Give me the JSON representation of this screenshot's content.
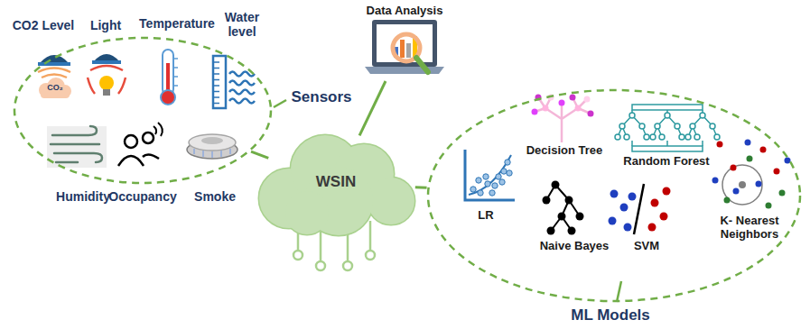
{
  "diagram": {
    "nodes": [
      {
        "text": [
          "Sensors"
        ]
      },
      {
        "text": [
          "CO2 Level"
        ],
        "in": 0
      },
      {
        "text": [
          "Light"
        ],
        "in": 0
      },
      {
        "text": [
          "Temperature"
        ],
        "in": 0
      },
      {
        "text": [
          "Water level"
        ],
        "in": 0
      },
      {
        "text": [
          "Humidity"
        ],
        "in": 0
      },
      {
        "text": [
          "Occupancy"
        ],
        "in": 0
      },
      {
        "text": [
          "Smoke"
        ],
        "in": 0
      },
      {
        "text": [
          "WSIN"
        ]
      },
      {
        "text": [
          "Data Analysis"
        ]
      },
      {
        "text": [
          "ML Models"
        ]
      },
      {
        "text": [
          "LR"
        ],
        "in": 10
      },
      {
        "text": [
          "Decision Tree"
        ],
        "in": 10
      },
      {
        "text": [
          "Random Forest"
        ],
        "in": 10
      },
      {
        "text": [
          "Naive Bayes"
        ],
        "in": 10
      },
      {
        "text": [
          "SVM"
        ],
        "in": 10
      },
      {
        "text": [
          "K- Nearest Neighbors"
        ],
        "in": 10
      }
    ],
    "edges": [
      {
        "from": 0,
        "to": 8,
        "arrow": "none"
      },
      {
        "from": 8,
        "to": 9,
        "arrow": "none"
      },
      {
        "from": 8,
        "to": 10,
        "arrow": "none"
      }
    ],
    "labels": [
      "CO₂"
    ]
  }
}
